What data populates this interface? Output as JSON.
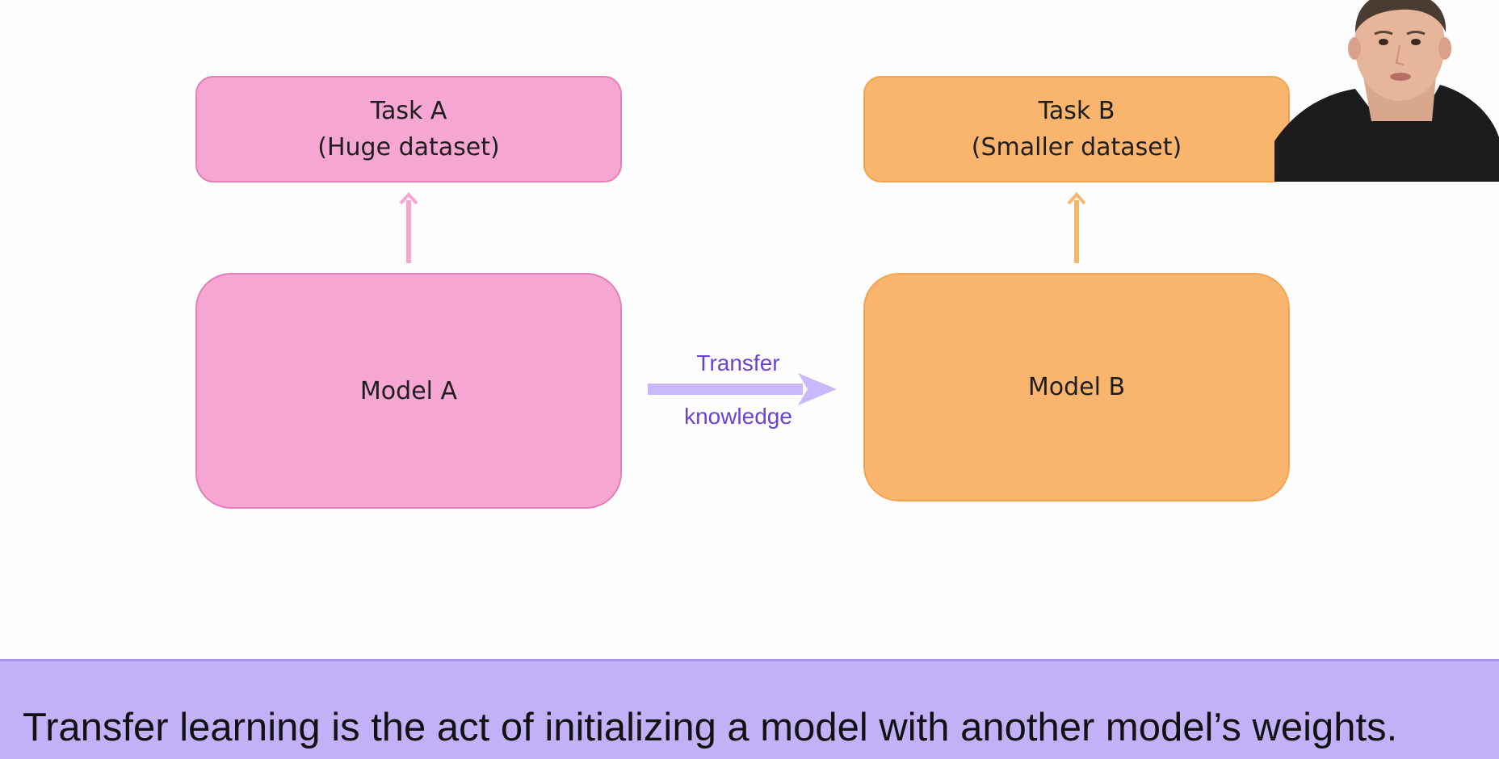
{
  "diagram": {
    "task_a": {
      "title": "Task A",
      "subtitle": "(Huge dataset)"
    },
    "task_b": {
      "title": "Task B",
      "subtitle": "(Smaller dataset)"
    },
    "model_a": {
      "label": "Model A"
    },
    "model_b": {
      "label": "Model B"
    },
    "transfer": {
      "line1": "Transfer",
      "line2": "knowledge"
    },
    "colors": {
      "pink_fill": "#f6a6d3",
      "orange_fill": "#f9b56d",
      "transfer_purple": "#6a42d6",
      "caption_bg": "#c1b2f8"
    }
  },
  "caption": {
    "text": "Transfer learning is the act of initializing a model with another model’s weights."
  },
  "presenter": {
    "icon": "presenter-webcam"
  }
}
